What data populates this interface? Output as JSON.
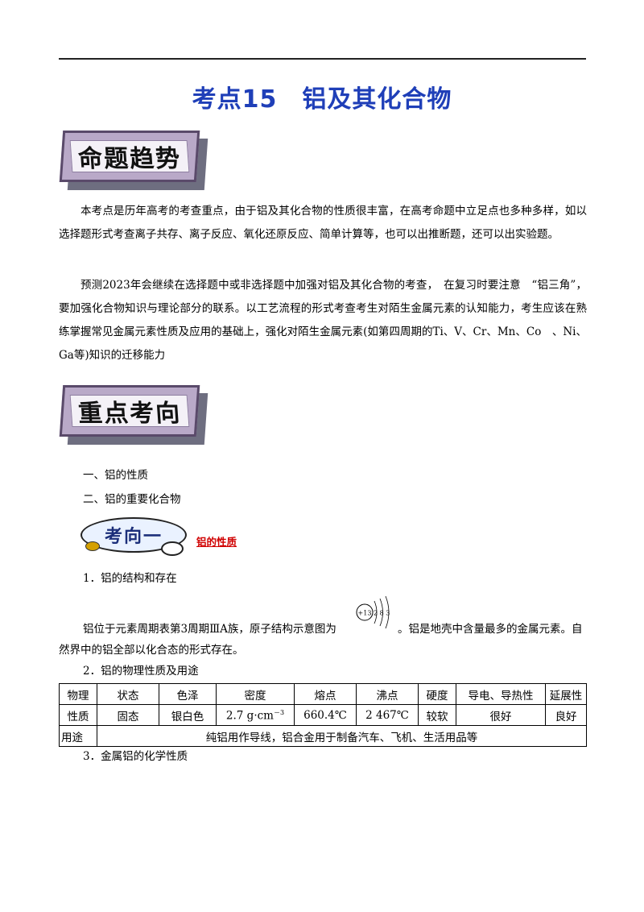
{
  "title": "考点15　铝及其化合物",
  "banner1": "命题趋势",
  "banner2": "重点考向",
  "trend_p1": "本考点是历年高考的考查重点，由于铝及其化合物的性质很丰富，在高考命题中立足点也多种多样，如以选择题形式考查离子共存、离子反应、氧化还原反应、简单计算等，也可以出推断题，还可以出实验题。",
  "trend_p2": "预测2023年会继续在选择题中或非选择题中加强对铝及其化合物的考查，　在复习时要注意　“铝三角”，要加强化合物知识与理论部分的联系。以工艺流程的形式考查考生对陌生金属元素的认知能力，考生应该在熟练掌握常见金属元素性质及应用的基础上，强化对陌生金属元素(如第四周期的Ti、V、Cr、Mn、Co　、Ni、Ga等)知识的迁移能力",
  "outline": [
    "一、铝的性质",
    "二、铝的重要化合物"
  ],
  "kaoxiang_badge": "考向一",
  "kaoxiang_label": "铝的性质",
  "sec1_heading": "1．铝的结构和存在",
  "sec1_text_a": "铝位于元素周期表第3周期ⅢA族，原子结构示意图为",
  "sec1_text_b": "。铝是地壳中含量最多的金属元素。自",
  "sec1_text_c": "然界中的铝全部以化合态的形式存在。",
  "atom": {
    "nucleus": "+13",
    "shells": "2 8 3"
  },
  "sec2_heading": "2．铝的物理性质及用途",
  "table": {
    "row_header_1": "物理",
    "row_header_2": "性质",
    "headers": [
      "状态",
      "色泽",
      "密度",
      "熔点",
      "沸点",
      "硬度",
      "导电、导热性",
      "延展性"
    ],
    "values": [
      "固态",
      "银白色",
      "2.7 g·cm",
      "660.4℃",
      "2 467℃",
      "较软",
      "很好",
      "良好"
    ],
    "density_exp": "－3",
    "use_label": "用途",
    "use_text": "纯铝用作导线，铝合金用于制备汽车、飞机、生活用品等"
  },
  "sec3_heading": "3．金属铝的化学性质"
}
